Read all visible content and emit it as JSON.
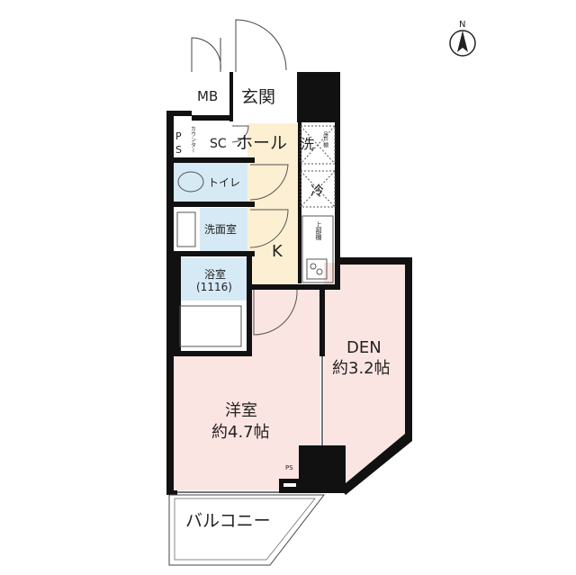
{
  "compass": {
    "label": "N"
  },
  "rooms": {
    "mb": "MB",
    "entrance": "玄関",
    "ps_top_p": "P",
    "ps_top_s": "S",
    "counter": "カウンター",
    "sc": "SC",
    "hall": "ホール",
    "washer": "洗",
    "hanging_cabinet": "吊戸棚",
    "fridge": "冷",
    "toilet": "トイレ",
    "washroom": "洗面室",
    "upper_shelf": "上部棚",
    "kitchen": "K",
    "bath": "浴室",
    "bath_size": "(1116)",
    "den": "DEN",
    "den_size": "約3.2帖",
    "western_room": "洋室",
    "western_size": "約4.7帖",
    "ps_bottom": "PS",
    "balcony": "バルコニー"
  },
  "colors": {
    "wall": "#111111",
    "hall_kitchen": "#fcefd2",
    "wet_area": "#d6eaf6",
    "living": "#fbe5e2"
  }
}
